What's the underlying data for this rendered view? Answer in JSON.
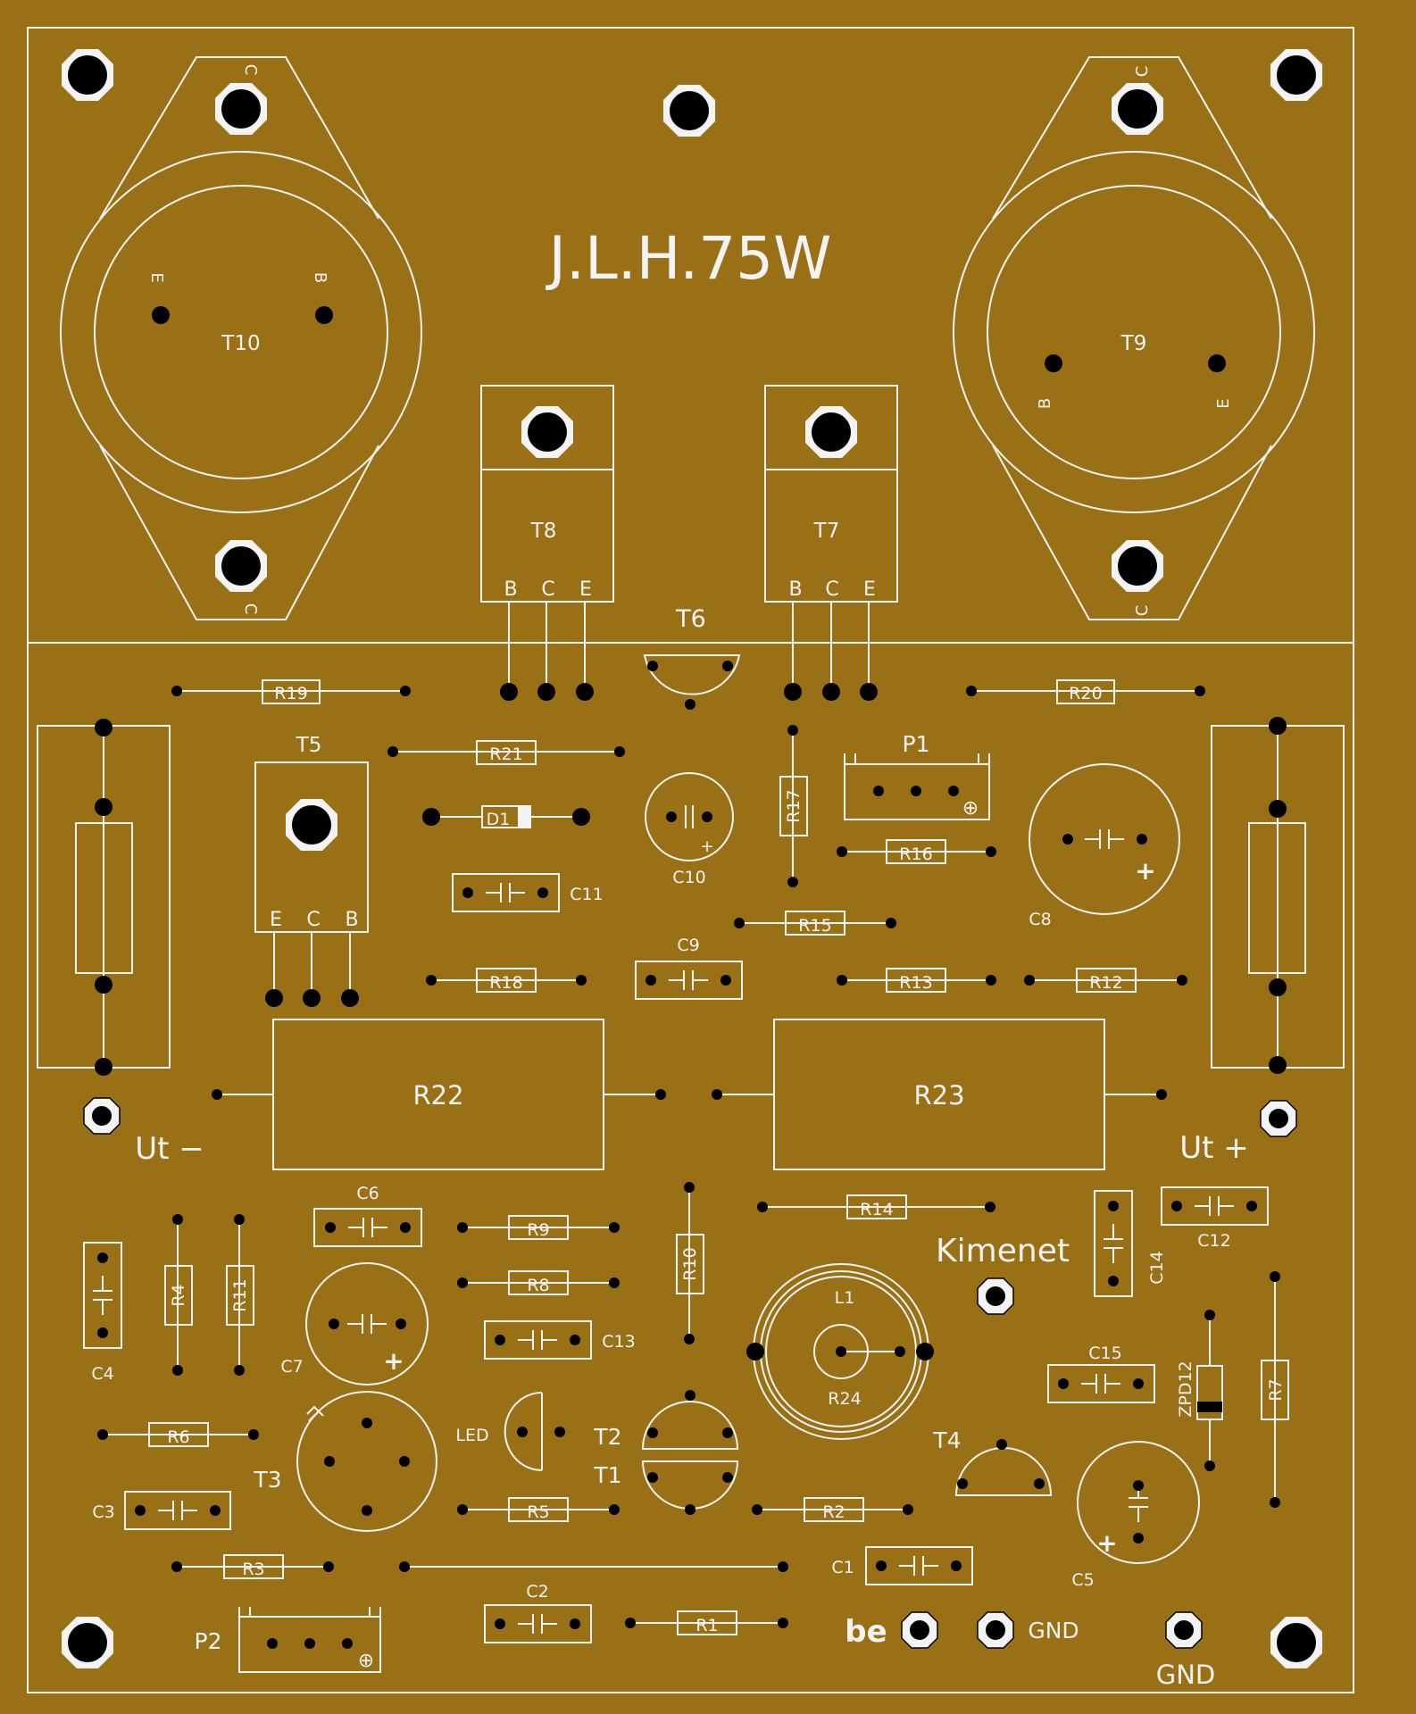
{
  "board": {
    "title": "J.L.H.75W",
    "colors": {
      "copper": "#9a7016",
      "silk": "#f3f3f3",
      "pad": "#000000"
    }
  },
  "big_transistors": {
    "T10": {
      "label": "T10",
      "pins": [
        "E",
        "B"
      ],
      "case": "C"
    },
    "T9": {
      "label": "T9",
      "pins": [
        "B",
        "E"
      ],
      "case": "C"
    }
  },
  "to220": {
    "T8": {
      "label": "T8",
      "pins": [
        "B",
        "C",
        "E"
      ]
    },
    "T7": {
      "label": "T7",
      "pins": [
        "B",
        "C",
        "E"
      ]
    },
    "T5": {
      "label": "T5",
      "pins": [
        "E",
        "C",
        "B"
      ]
    }
  },
  "resistors": {
    "R19": "R19",
    "R20": "R20",
    "R21": "R21",
    "R17": "R17",
    "R16": "R16",
    "R15": "R15",
    "R18": "R18",
    "R13": "R13",
    "R12": "R12",
    "R22": "R22",
    "R23": "R23",
    "R14": "R14",
    "R9": "R9",
    "R8": "R8",
    "R10": "R10",
    "R4": "R4",
    "R11": "R11",
    "R6": "R6",
    "R5": "R5",
    "R2": "R2",
    "R3": "R3",
    "R1": "R1",
    "R7": "R7",
    "R24": "R24"
  },
  "capacitors": {
    "C11": "C11",
    "C10": "C10",
    "C9": "C9",
    "C8": "C8",
    "C6": "C6",
    "C4": "C4",
    "C7": "C7",
    "C13": "C13",
    "C12": "C12",
    "C14": "C14",
    "C15": "C15",
    "C3": "C3",
    "C2": "C2",
    "C1": "C1",
    "C5": "C5"
  },
  "others": {
    "T6": "T6",
    "P1": "P1",
    "P2": "P2",
    "D1": "D1",
    "L1": "L1",
    "LED": "LED",
    "T1": "T1",
    "T2": "T2",
    "T3": "T3",
    "T4": "T4",
    "ZPD12": "ZPD12",
    "plus": "+",
    "plus_pot": "⊕"
  },
  "terminals": {
    "ut_minus": "Ut −",
    "ut_plus": "Ut +",
    "output": "Kimenet",
    "input": "be",
    "gnd1": "GND",
    "gnd2": "GND"
  }
}
